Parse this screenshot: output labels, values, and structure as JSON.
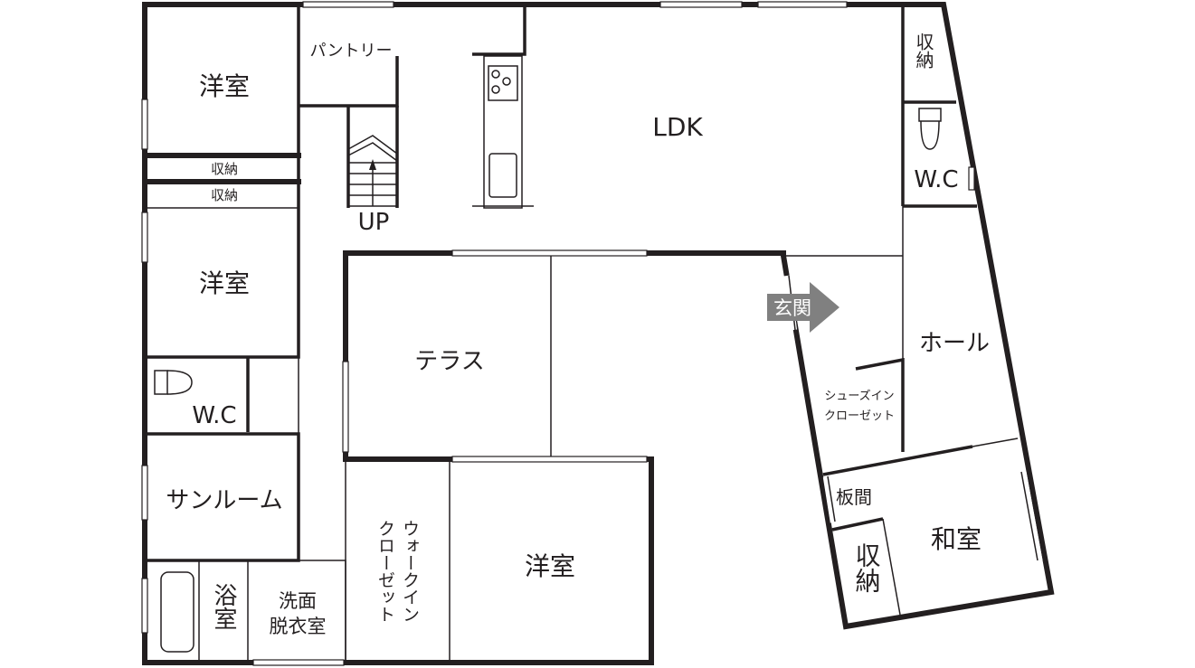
{
  "plan": {
    "rooms": {
      "western_room_1": "洋室",
      "pantry": "パントリー",
      "storage_1": "収納",
      "storage_2": "収納",
      "stairs": "UP",
      "ldk": "LDK",
      "storage_ne": "収納",
      "wc_ne": "W.C",
      "western_room_2": "洋室",
      "wc_w": "W.C",
      "terrace": "テラス",
      "entrance": "玄関",
      "hall": "ホール",
      "shoe_closet_1": "シューズイン",
      "shoe_closet_2": "クローゼット",
      "wood_floor": "板間",
      "japanese_room": "和室",
      "storage_se": "収納",
      "sunroom": "サンルーム",
      "western_room_3": "洋室",
      "walk_in_1": "ウォークイン",
      "walk_in_2": "クローゼット",
      "bath": "浴室",
      "washroom_1": "洗面",
      "washroom_2": "脱衣室"
    },
    "colors": {
      "wall": "#231f20",
      "entrance_arrow": "#808080"
    }
  }
}
